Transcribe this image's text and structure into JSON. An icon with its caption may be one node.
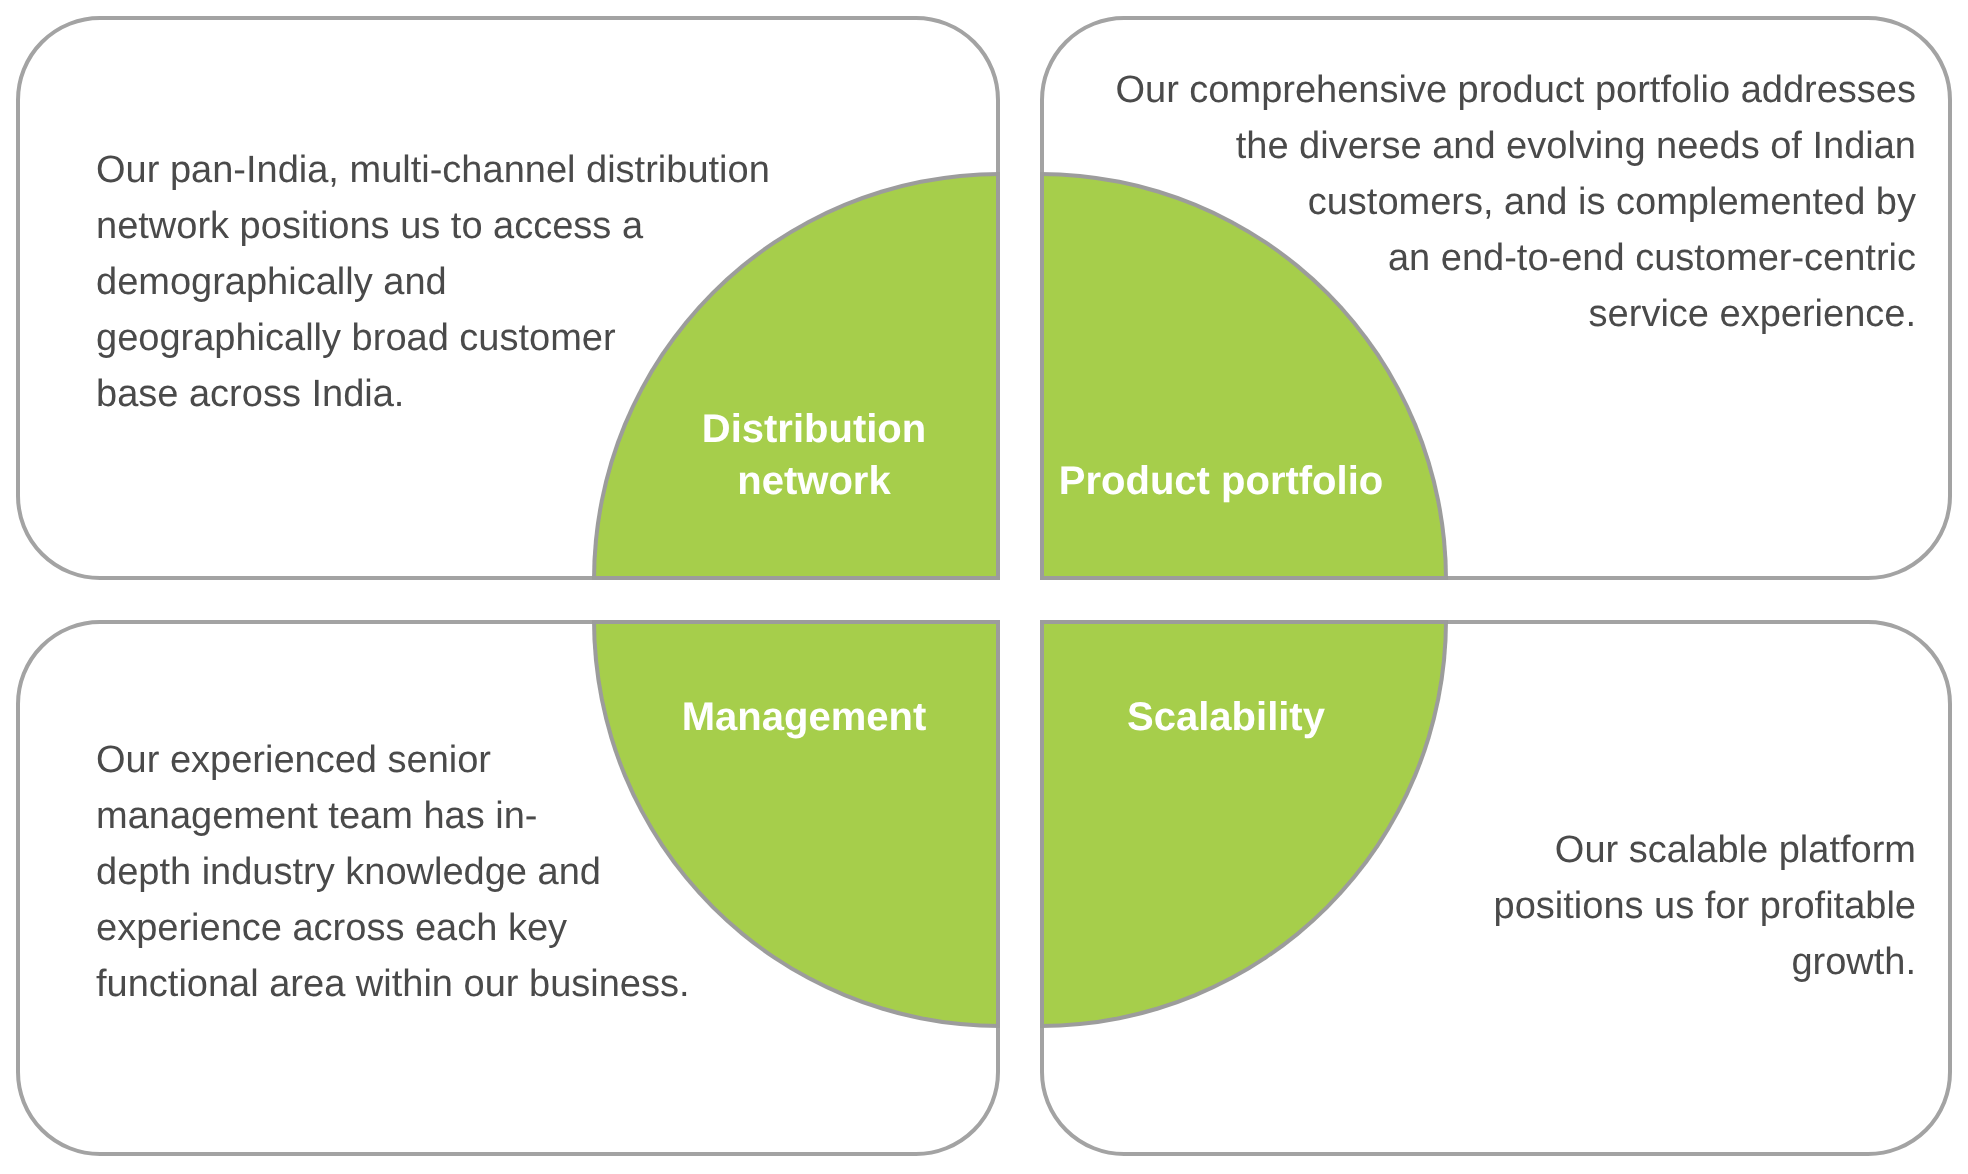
{
  "diagram": {
    "nodes": [
      {
        "text": [
          "Our pan-India, multi-channel distribution network positions us to access a demographically and geographically broad customer base across India."
        ]
      },
      {
        "text": [
          "Distribution network"
        ],
        "in": 0
      },
      {
        "text": [
          "Product portfolio"
        ],
        "in": 3
      },
      {
        "text": [
          "Our comprehensive product portfolio addresses the diverse and evolving needs of Indian customers, and is complemented by an end-to-end customer-centric service experience."
        ]
      },
      {
        "text": [
          "Our experienced senior management team has in-depth industry knowledge and experience across each key functional area within our business."
        ]
      },
      {
        "text": [
          "Management"
        ],
        "in": 4
      },
      {
        "text": [
          "Scalability"
        ],
        "in": 7
      },
      {
        "text": [
          "Our scalable platform positions us for profitable growth."
        ]
      }
    ]
  }
}
